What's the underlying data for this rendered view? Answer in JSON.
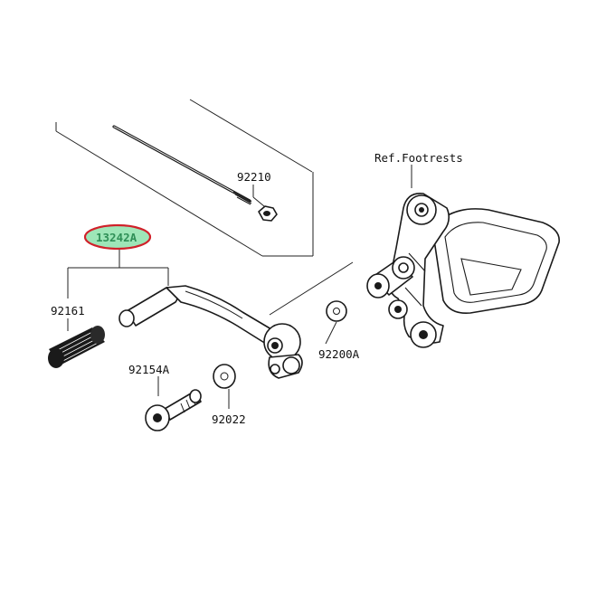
{
  "labels": {
    "ref_footrests": "Ref.Footrests",
    "p92210": "92210",
    "p13242a": "13242A",
    "p92161": "92161",
    "p92154a": "92154A",
    "p92022": "92022",
    "p92200a": "92200A"
  },
  "colors": {
    "highlight_fill": "#9ee6b8",
    "highlight_ring": "#d0212a",
    "highlight_text": "#2f8f57"
  }
}
